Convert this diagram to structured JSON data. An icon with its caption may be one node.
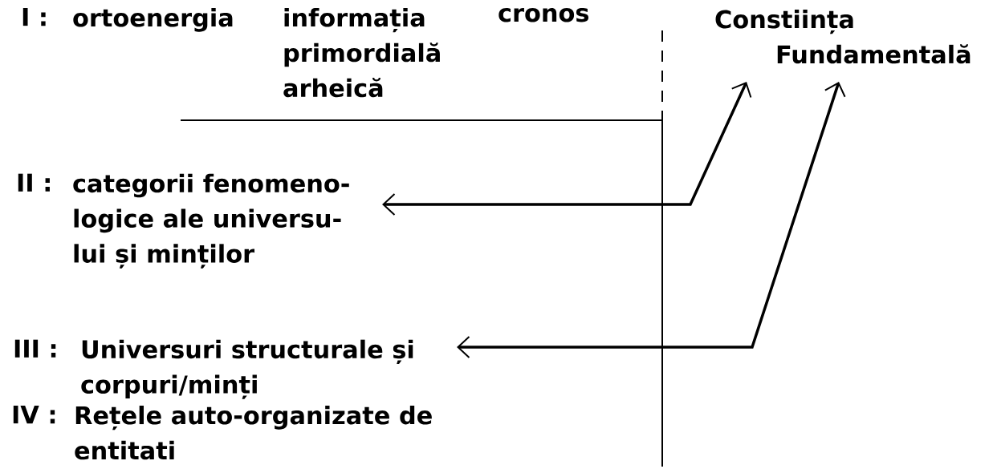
{
  "diagram": {
    "nodes": [
      {
        "text": [
          "Constiința Fundamentală"
        ]
      },
      {
        "text": [
          "II :",
          "categorii fenomeno- logice ale universu- lui și minților"
        ]
      },
      {
        "text": [
          "III :",
          "Universuri structurale și corpuri/minți"
        ]
      }
    ],
    "edges": [
      {
        "from": 0,
        "to": 1,
        "arrow": "both"
      },
      {
        "from": 0,
        "to": 2,
        "arrow": "both"
      }
    ],
    "labels": [
      "I :",
      "ortoenergia",
      "informația primordială arheică",
      "cronos",
      "IV :",
      "Rețele auto-organizate de entitati"
    ]
  }
}
